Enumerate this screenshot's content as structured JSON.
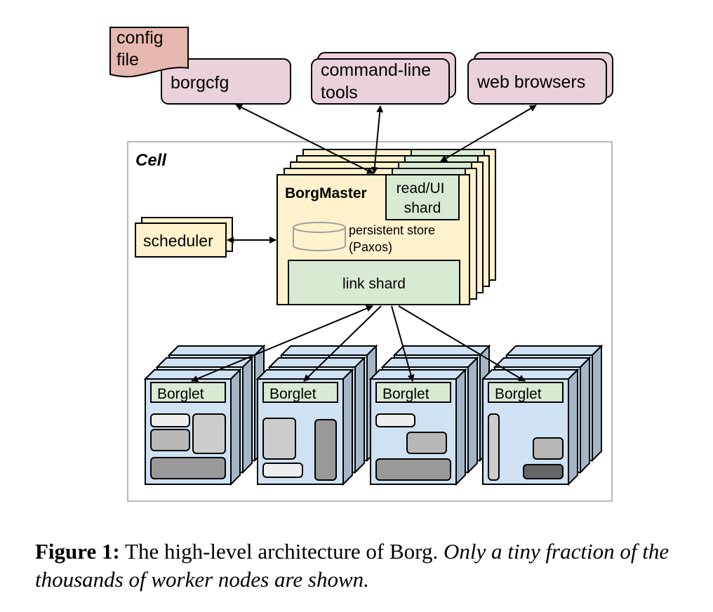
{
  "diagram": {
    "clients": {
      "config_file": "config file",
      "config_file_lines": [
        "config",
        "file"
      ],
      "borgcfg": "borgcfg",
      "command_line_tools_lines": [
        "command-line",
        "tools"
      ],
      "web_browsers": "web browsers"
    },
    "cell": {
      "label": "Cell",
      "scheduler": "scheduler",
      "borgmaster": {
        "title": "BorgMaster",
        "read_ui_shard_lines": [
          "read/UI",
          "shard"
        ],
        "persistent_store_lines": [
          "persistent store",
          "(Paxos)"
        ],
        "link_shard": "link shard"
      },
      "borglets": [
        {
          "label": "Borglet"
        },
        {
          "label": "Borglet"
        },
        {
          "label": "Borglet"
        },
        {
          "label": "Borglet"
        }
      ]
    },
    "colors": {
      "client_fill": "#ead1dc",
      "config_fill": "#e6b8af",
      "master_fill": "#fff2cc",
      "shard_fill": "#d9ead3",
      "machine_fill": "#cfe2f3",
      "machine_side": "#a4b5c6",
      "cell_border": "#b7b7b7"
    }
  },
  "caption": {
    "label": "Figure 1:",
    "text": " The high-level architecture of Borg. ",
    "italic": "Only a tiny fraction of the thousands of worker nodes are shown."
  }
}
